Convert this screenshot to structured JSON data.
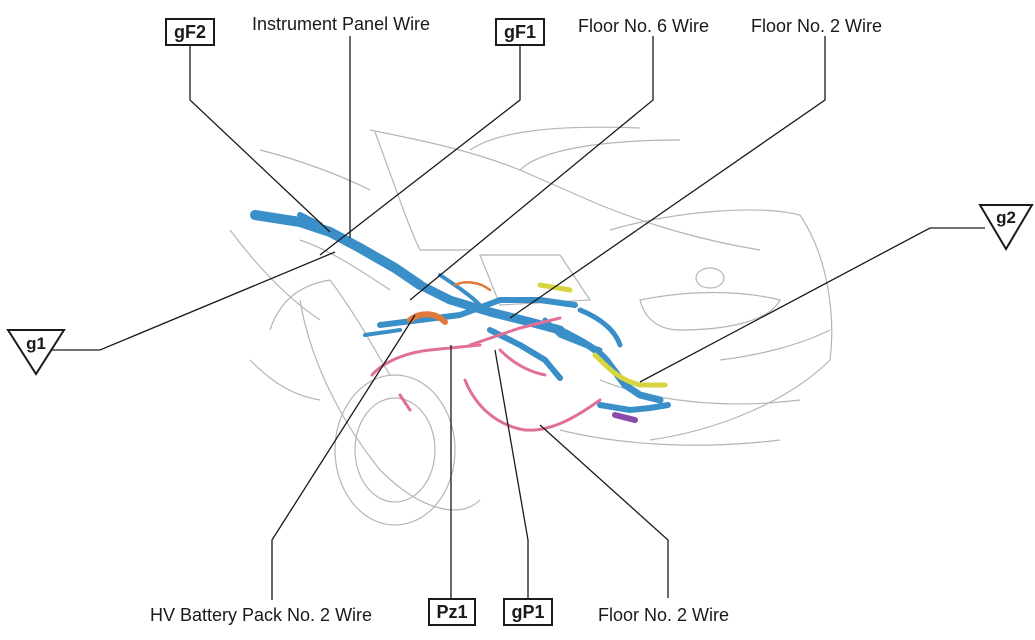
{
  "labels": {
    "instrument_panel_wire": "Instrument Panel Wire",
    "floor_no6_wire": "Floor No. 6 Wire",
    "floor_no2_wire_top": "Floor No. 2 Wire",
    "hv_battery_pack_no2_wire": "HV Battery Pack No. 2 Wire",
    "floor_no2_wire_bottom": "Floor No. 2 Wire"
  },
  "connectors": {
    "gF2": "gF2",
    "gF1": "gF1",
    "Pz1": "Pz1",
    "gP1": "gP1"
  },
  "grounds": {
    "g1": "g1",
    "g2": "g2"
  },
  "colors": {
    "harness_main": "#3a8fc9",
    "harness_pink": "#e0709a",
    "harness_yellow": "#d8d640",
    "harness_orange": "#e07a3a",
    "harness_purple": "#8a4aa8",
    "outline": "#9a9a9a",
    "leader": "#1a1a1a"
  }
}
